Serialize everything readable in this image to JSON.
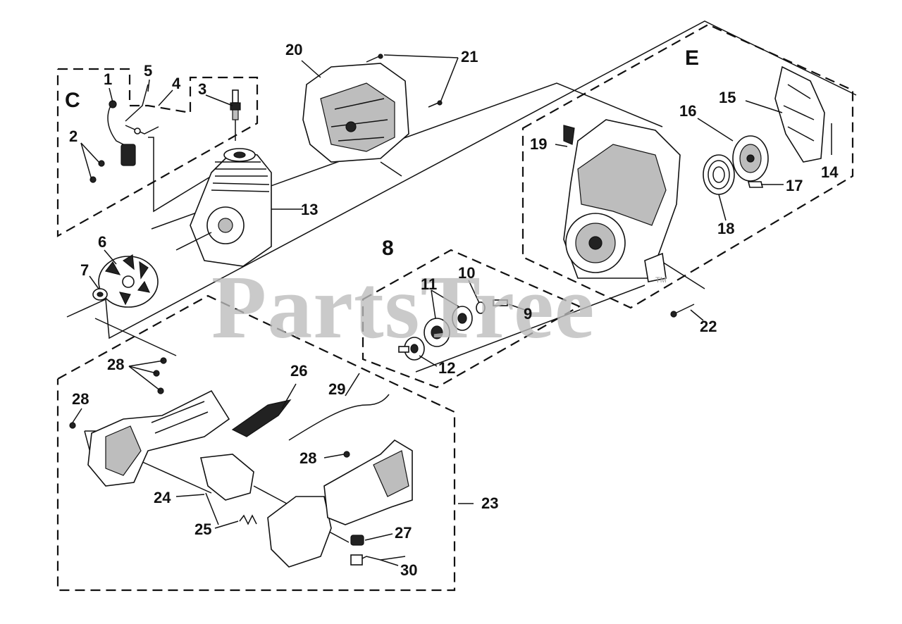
{
  "watermark": "PartsTree",
  "trademark": "TM",
  "group_labels": {
    "c": "C",
    "e": "E",
    "eight": "8"
  },
  "callouts": {
    "n1": "1",
    "n2": "2",
    "n3": "3",
    "n4": "4",
    "n5": "5",
    "n6": "6",
    "n7": "7",
    "n9": "9",
    "n10": "10",
    "n11": "11",
    "n12": "12",
    "n13": "13",
    "n14": "14",
    "n15": "15",
    "n16": "16",
    "n17": "17",
    "n18": "18",
    "n19": "19",
    "n20": "20",
    "n21": "21",
    "n22": "22",
    "n23": "23",
    "n24": "24",
    "n25": "25",
    "n26": "26",
    "n27": "27",
    "n28a": "28",
    "n28b": "28",
    "n28c": "28",
    "n29": "29",
    "n30": "30"
  }
}
